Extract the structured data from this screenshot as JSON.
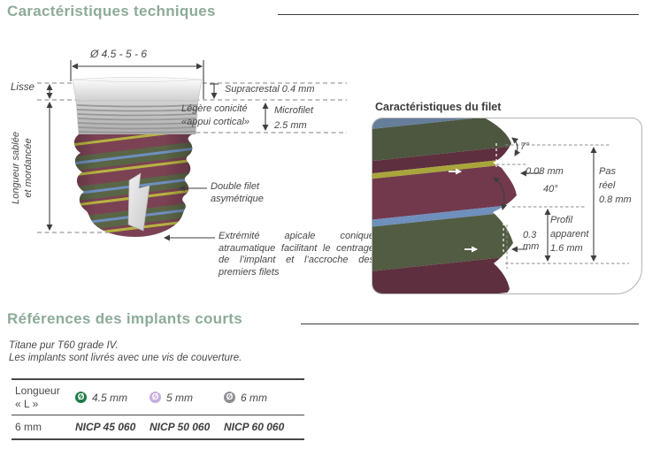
{
  "sections": {
    "technical_title": "Caractéristiques techniques",
    "references_title": "Références des implants courts"
  },
  "implant_diagram": {
    "diameter": "Ø 4.5 - 5 - 6",
    "smooth": "Lisse",
    "length": "Longueur sablée\net mordancée",
    "supracrestal": "Supracrestal 0.4 mm",
    "conicity": "Légère conicité\n«appui cortical»",
    "microthread": "Microfilet\n2.5 mm",
    "double_thread": "Double filet\nasymétrique",
    "apical_tip": "Extrémité apicale conique atraumatique facilitant le centrage de l’implant et l’accroche des premiers filets"
  },
  "thread_box": {
    "title": "Caractéristiques du filet",
    "top_angle": "7°",
    "tip_width": "0.08 mm",
    "flank_angle": "40°",
    "real_pitch": "Pas\nréel\n0.8 mm",
    "apparent_profile": "Profil\napparent\n1.6 mm",
    "depth": "0.3\nmm"
  },
  "references": {
    "material_note": "Titane pur T60 grade IV.",
    "delivery_note": "Les implants sont livrés avec une vis de couverture.",
    "table": {
      "length_header": "Longueur\n« L »",
      "diameter_symbol": "Ø",
      "columns": [
        {
          "label": "4.5 mm",
          "color": "#1e7b46"
        },
        {
          "label": "5 mm",
          "color": "#c8addf"
        },
        {
          "label": "6 mm",
          "color": "#8e8e96"
        }
      ],
      "rows": [
        {
          "length": "6 mm",
          "refs": [
            "NICP 45 060",
            "NICP 50 060",
            "NICP 60 060"
          ]
        }
      ]
    }
  },
  "colors": {
    "title_green": "#8dab99",
    "text_dark": "#474747",
    "implant_maroon": "#7b4254",
    "implant_olive": "#5a6546",
    "implant_yellow": "#b6b340",
    "implant_blue": "#6e8fbf"
  }
}
